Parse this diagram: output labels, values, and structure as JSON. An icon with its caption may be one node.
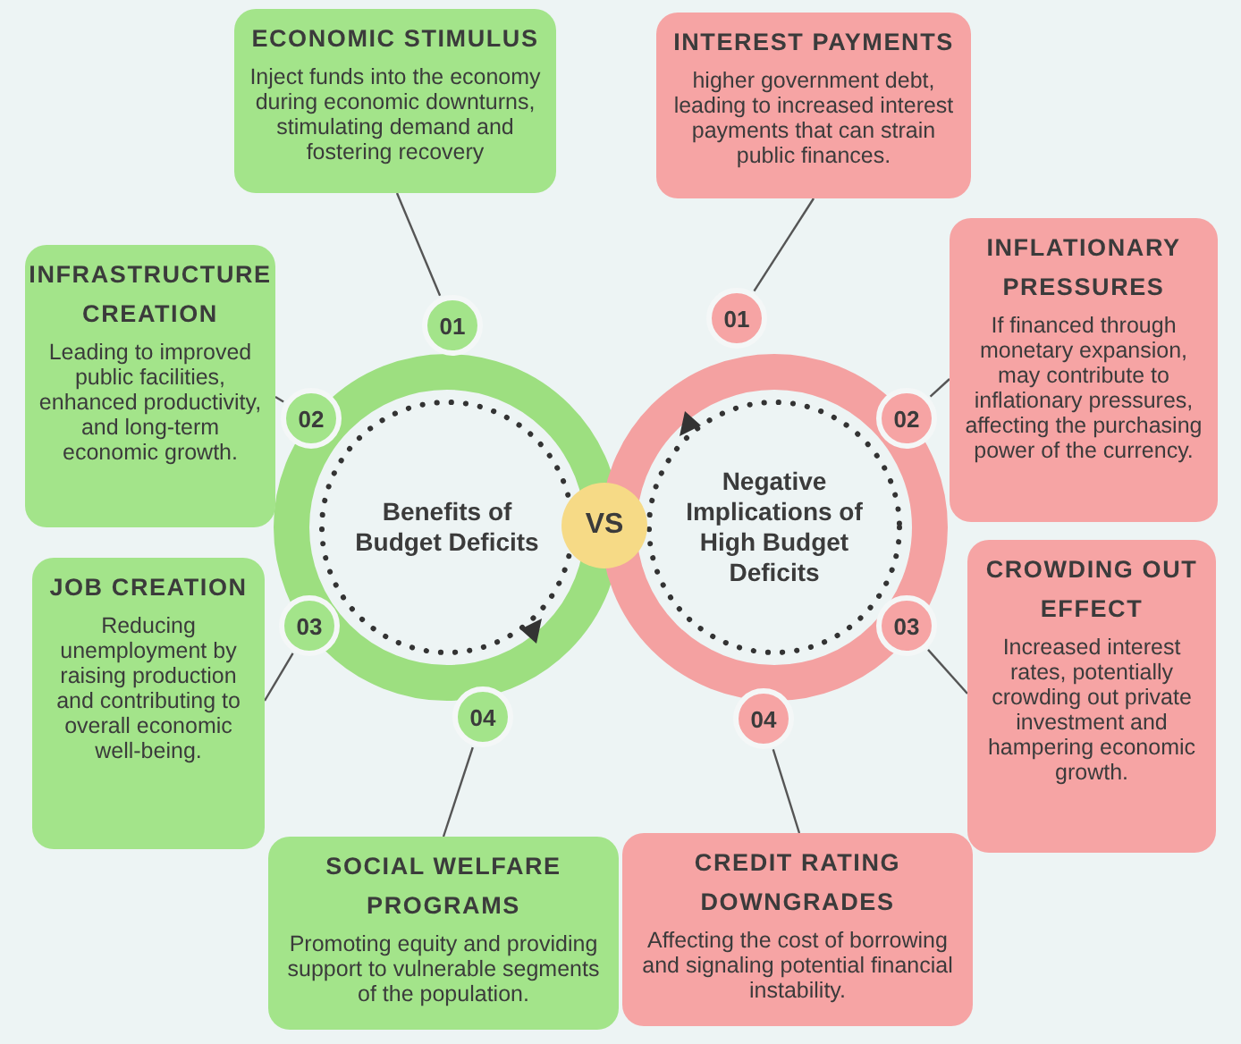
{
  "diagram": {
    "nodes": [
      {
        "text": [
          "Benefits of Budget Deficits"
        ]
      },
      {
        "text": [
          "VS"
        ]
      },
      {
        "text": [
          "Negative Implications of High Budget Deficits"
        ]
      },
      {
        "text": [
          "01"
        ]
      },
      {
        "text": [
          "02"
        ]
      },
      {
        "text": [
          "03"
        ]
      },
      {
        "text": [
          "04"
        ]
      },
      {
        "text": [
          "01"
        ]
      },
      {
        "text": [
          "02"
        ]
      },
      {
        "text": [
          "03"
        ]
      },
      {
        "text": [
          "04"
        ]
      },
      {
        "text": [
          "ECONOMIC STIMULUS",
          "Inject funds into the economy during economic downturns, stimulating demand and fostering recovery"
        ]
      },
      {
        "text": [
          "INFRASTRUCTURE CREATION",
          "Leading to improved public facilities, enhanced productivity, and long-term economic growth."
        ]
      },
      {
        "text": [
          "JOB CREATION",
          "Reducing unemployment by raising production and contributing to overall economic well-being."
        ]
      },
      {
        "text": [
          "SOCIAL WELFARE PROGRAMS",
          "Promoting equity and providing support to vulnerable segments of the population."
        ]
      },
      {
        "text": [
          "INTEREST PAYMENTS",
          "higher government debt, leading to increased interest payments that can strain public finances."
        ]
      },
      {
        "text": [
          "INFLATIONARY PRESSURES",
          "If financed through monetary expansion, may contribute to inflationary pressures, affecting the purchasing power of the currency."
        ]
      },
      {
        "text": [
          "CROWDING OUT EFFECT",
          "Increased interest rates, potentially crowding out private investment and hampering economic growth."
        ]
      },
      {
        "text": [
          "CREDIT RATING DOWNGRADES",
          "Affecting the cost of borrowing and signaling potential financial instability."
        ]
      }
    ],
    "edges": [
      {
        "from": 3,
        "to": 11,
        "arrow": "none"
      },
      {
        "from": 4,
        "to": 12,
        "arrow": "none"
      },
      {
        "from": 5,
        "to": 13,
        "arrow": "none"
      },
      {
        "from": 6,
        "to": 14,
        "arrow": "none"
      },
      {
        "from": 7,
        "to": 15,
        "arrow": "none"
      },
      {
        "from": 8,
        "to": 16,
        "arrow": "none"
      },
      {
        "from": 9,
        "to": 17,
        "arrow": "none"
      },
      {
        "from": 10,
        "to": 18,
        "arrow": "none"
      }
    ]
  }
}
